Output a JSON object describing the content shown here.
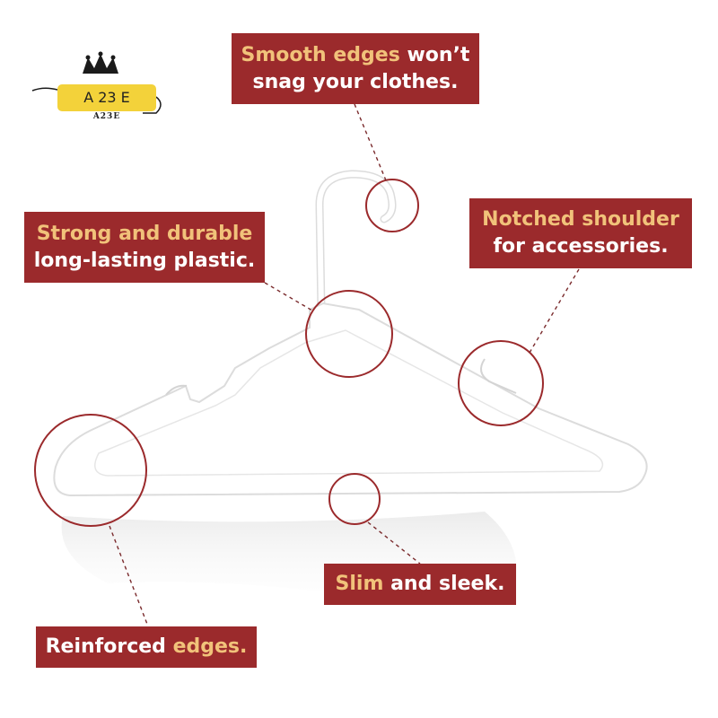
{
  "logo": {
    "main_text": "A 23 E",
    "sub_text": "A23E"
  },
  "callouts": {
    "smooth": {
      "line1_accent": "Smooth edges",
      "line1_rest": " won’t",
      "line2": "snag your clothes."
    },
    "strong": {
      "line1": "Strong and durable",
      "line2": "long-lasting plastic."
    },
    "notched": {
      "line1_accent": "Notched",
      "line1_rest": " shoulder",
      "line2": "for accessories."
    },
    "slim": {
      "line1_accent": "Slim",
      "line1_rest": " and sleek."
    },
    "reinforced": {
      "line1_accent": "Reinforced",
      "line1_rest": " edges."
    }
  },
  "colors": {
    "callout_bg": "#9b2a2c",
    "callout_text": "#ffffff",
    "callout_accent": "#f1c27a",
    "leader_line": "#7a2a2c",
    "hanger_fill": "#ffffff",
    "hanger_edge": "#d9d9d9",
    "logo_tag": "#f3d23a"
  }
}
